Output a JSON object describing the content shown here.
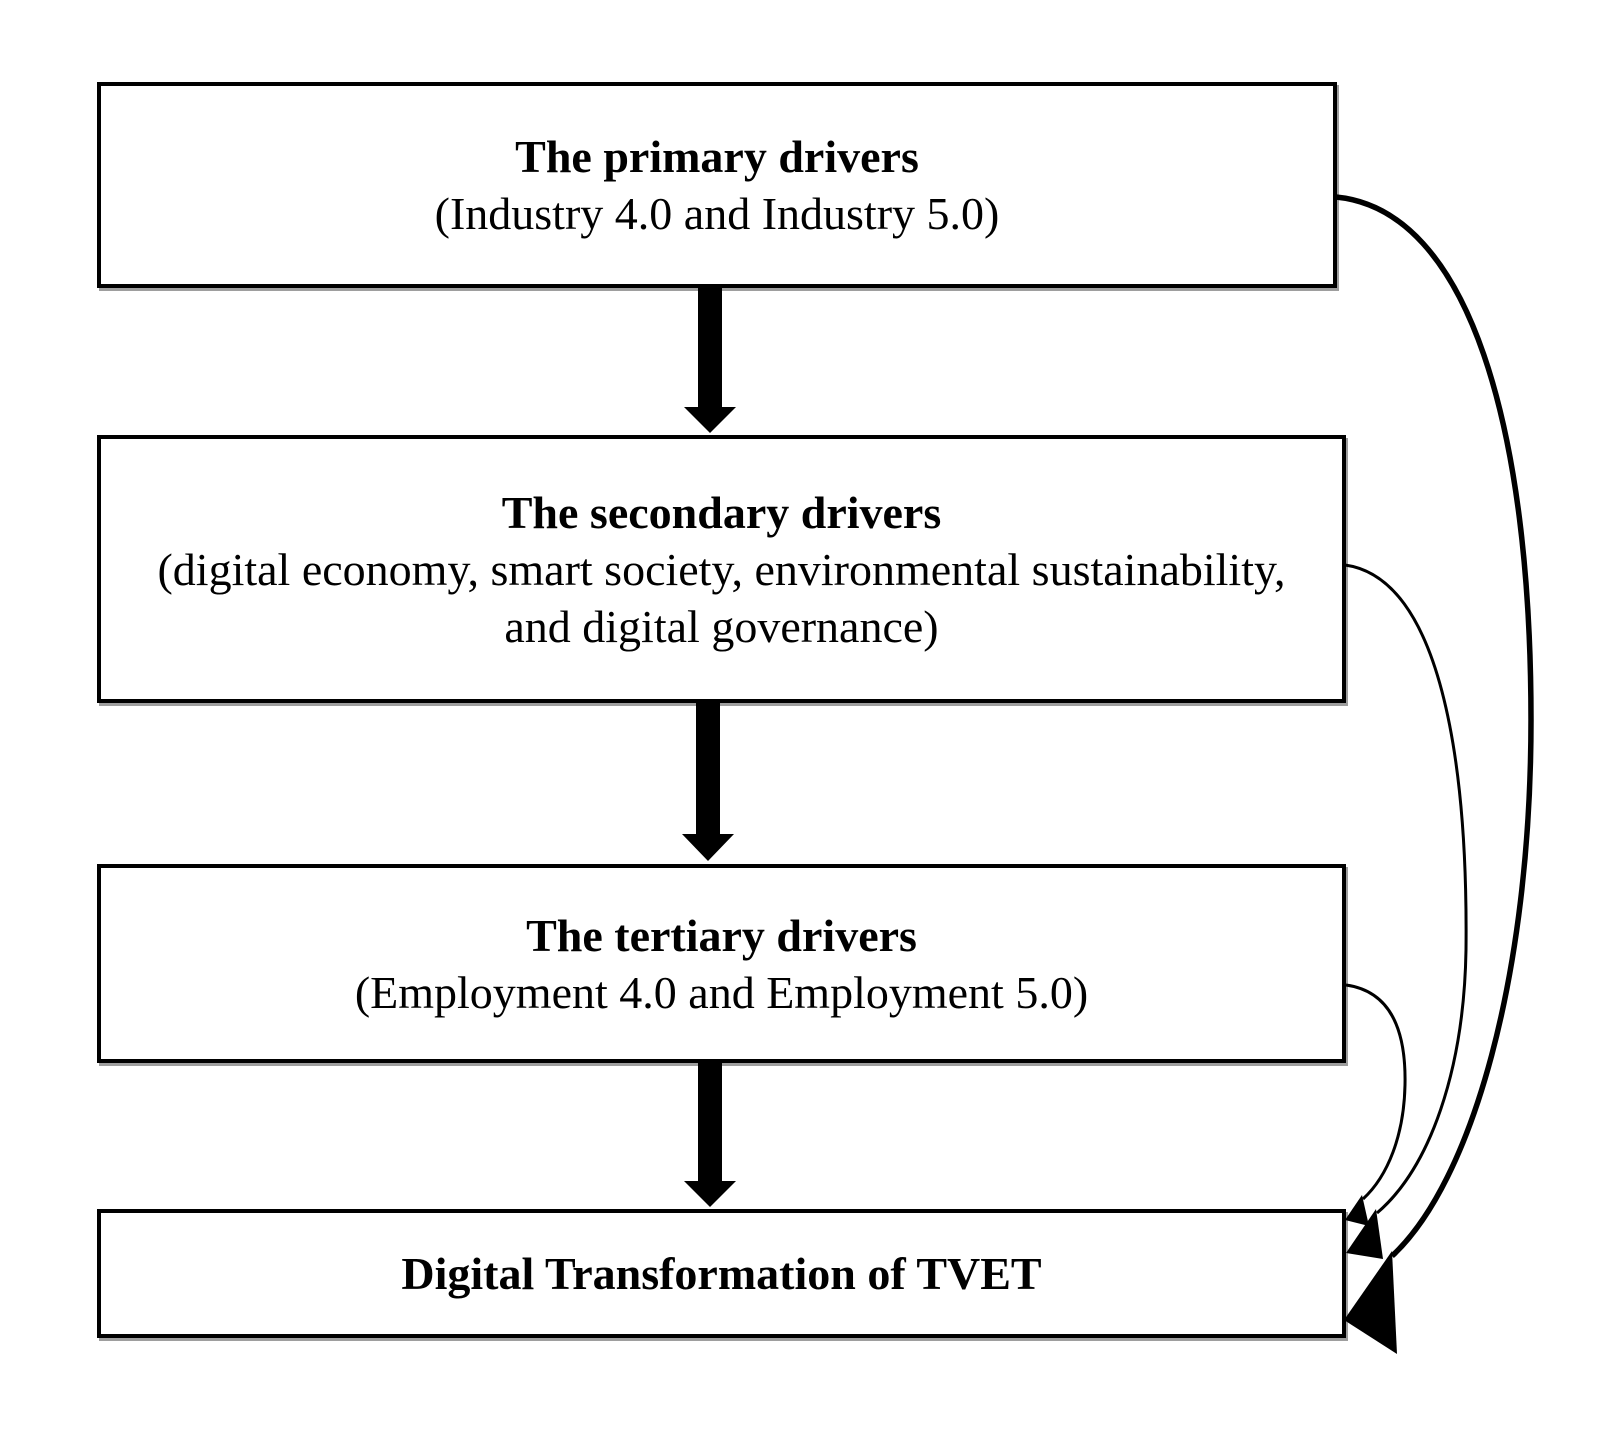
{
  "diagram": {
    "boxes": {
      "primary": {
        "title": "The primary drivers",
        "subtitle": "(Industry 4.0 and Industry 5.0)"
      },
      "secondary": {
        "title": "The secondary drivers",
        "subtitle_line1": "(digital economy, smart society, environmental sustainability,",
        "subtitle_line2": "and digital governance)"
      },
      "tertiary": {
        "title": "The tertiary drivers",
        "subtitle": "(Employment 4.0 and Employment 5.0)"
      },
      "outcome": {
        "title": "Digital Transformation of TVET"
      }
    },
    "colors": {
      "background": "#ffffff",
      "box_fill": "#ffffff",
      "stroke": "#000000",
      "text": "#000000"
    }
  }
}
